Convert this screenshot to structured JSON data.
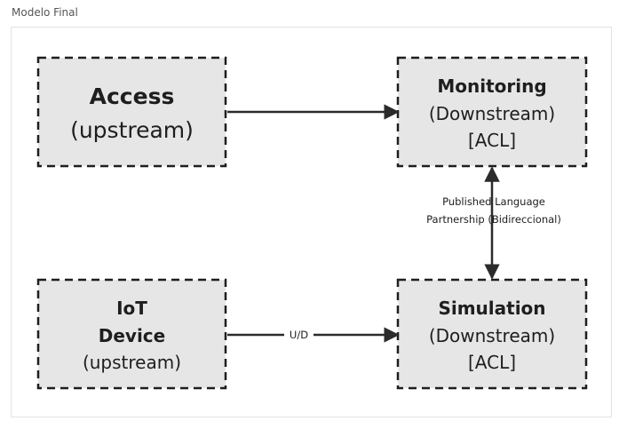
{
  "frame": {
    "title": "Modelo Final"
  },
  "boxes": {
    "access": {
      "title": "Access",
      "subtitle": "(upstream)"
    },
    "monitoring": {
      "title": "Monitoring",
      "subtitle": "(Downstream)",
      "tag": "[ACL]"
    },
    "iot_device": {
      "title_line1": "IoT",
      "title_line2": "Device",
      "subtitle": "(upstream)"
    },
    "simulation": {
      "title": "Simulation",
      "subtitle": "(Downstream)",
      "tag": "[ACL]"
    }
  },
  "edges": {
    "monitoring_simulation": {
      "label_line1": "Published Language",
      "label_line2": "Partnership (Bidireccional)"
    },
    "iot_simulation": {
      "label": "U/D"
    }
  },
  "colors": {
    "box_fill": "#e6e6e6",
    "box_border": "#1e1e1e",
    "arrow": "#2b2b2b",
    "frame_border": "#e2e2e2"
  }
}
